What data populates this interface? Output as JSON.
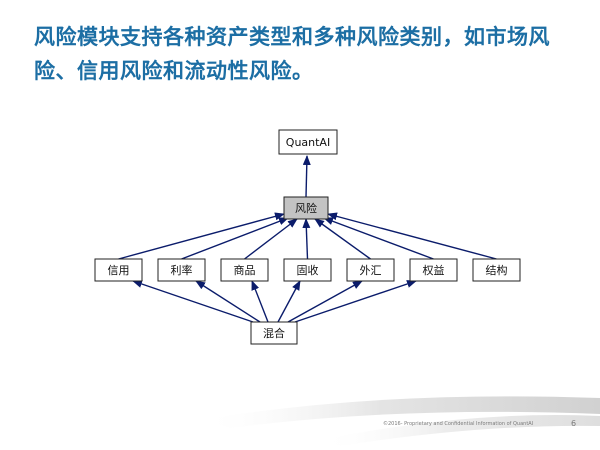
{
  "slide": {
    "title": "风险模块支持各种资产类型和多种风险类别，如市场风险、信用风险和流动性风险。"
  },
  "diagram": {
    "top_node": "QuantAI",
    "center_node": "风险",
    "asset_nodes": [
      "信用",
      "利率",
      "商品",
      "固收",
      "外汇",
      "权益",
      "结构"
    ],
    "bottom_node": "混合"
  },
  "footer": {
    "note": "©2016- Proprietary and Confidential Information of QuantAI",
    "page": "6"
  },
  "colors": {
    "title": "#1c6ea4",
    "arrow": "#0b1c6b",
    "focus_fill": "#c3c3c3"
  }
}
